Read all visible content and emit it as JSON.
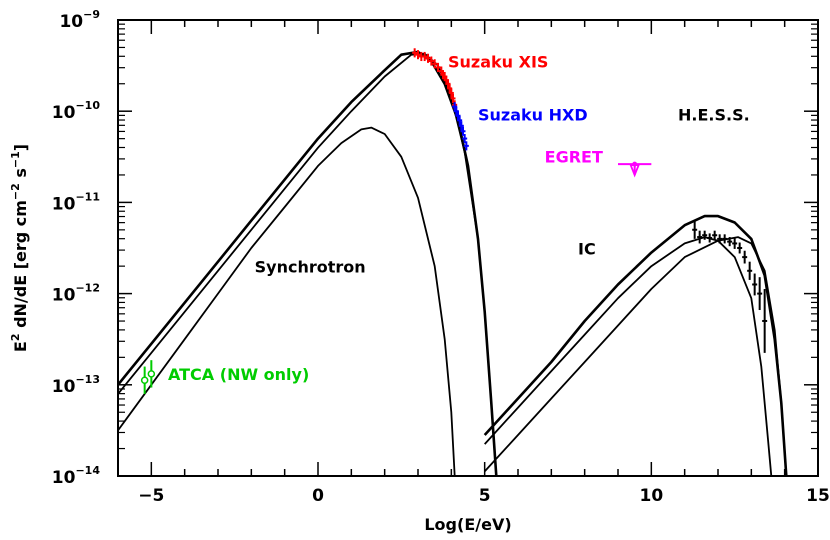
{
  "chart_data": {
    "type": "line",
    "xlabel": "Log(E/eV)",
    "ylabel_parts": [
      "E",
      "2",
      " dN/dE [erg cm",
      "−2",
      " s",
      "−1",
      "]"
    ],
    "x_range": [
      -6,
      15
    ],
    "y_log_range": [
      -14,
      -9
    ],
    "x_ticks": [
      {
        "value": -5,
        "label": "−5"
      },
      {
        "value": 0,
        "label": "0"
      },
      {
        "value": 5,
        "label": "5"
      },
      {
        "value": 10,
        "label": "10"
      },
      {
        "value": 15,
        "label": "15"
      }
    ],
    "y_ticks": [
      {
        "exp": -9,
        "base": "10",
        "sup": "−9"
      },
      {
        "exp": -10,
        "base": "10",
        "sup": "−10"
      },
      {
        "exp": -11,
        "base": "10",
        "sup": "−11"
      },
      {
        "exp": -12,
        "base": "10",
        "sup": "−12"
      },
      {
        "exp": -13,
        "base": "10",
        "sup": "−13"
      },
      {
        "exp": -14,
        "base": "10",
        "sup": "−14"
      }
    ],
    "series": [
      {
        "kind": "model",
        "color": "#000000",
        "width": 2.6,
        "points": [
          [
            -6,
            -13.0
          ],
          [
            -5,
            -12.55
          ],
          [
            -4,
            -12.1
          ],
          [
            -3,
            -11.65
          ],
          [
            -2,
            -11.2
          ],
          [
            -1,
            -10.75
          ],
          [
            0,
            -10.3
          ],
          [
            1,
            -9.9
          ],
          [
            2,
            -9.55
          ],
          [
            2.5,
            -9.38
          ],
          [
            3,
            -9.35
          ],
          [
            3.4,
            -9.45
          ],
          [
            3.8,
            -9.7
          ],
          [
            4.2,
            -10.1
          ],
          [
            4.5,
            -10.6
          ],
          [
            4.8,
            -11.4
          ],
          [
            5.0,
            -12.2
          ],
          [
            5.2,
            -13.2
          ],
          [
            5.35,
            -14.0
          ]
        ]
      },
      {
        "kind": "model",
        "color": "#000000",
        "width": 1.8,
        "points": [
          [
            -6,
            -13.1
          ],
          [
            -5,
            -12.65
          ],
          [
            -4,
            -12.2
          ],
          [
            -3,
            -11.75
          ],
          [
            -2,
            -11.3
          ],
          [
            -1,
            -10.85
          ],
          [
            0,
            -10.4
          ],
          [
            1,
            -10.0
          ],
          [
            2,
            -9.62
          ],
          [
            2.8,
            -9.38
          ],
          [
            3.2,
            -9.37
          ],
          [
            3.6,
            -9.5
          ],
          [
            4.0,
            -9.85
          ],
          [
            4.4,
            -10.45
          ],
          [
            4.8,
            -11.4
          ],
          [
            5.0,
            -12.2
          ],
          [
            5.2,
            -13.2
          ],
          [
            5.35,
            -14.0
          ]
        ]
      },
      {
        "kind": "model",
        "color": "#000000",
        "width": 1.8,
        "points": [
          [
            -6,
            -13.5
          ],
          [
            -5,
            -13.0
          ],
          [
            -4,
            -12.5
          ],
          [
            -3,
            -12.0
          ],
          [
            -2,
            -11.5
          ],
          [
            -1,
            -11.05
          ],
          [
            0,
            -10.6
          ],
          [
            0.7,
            -10.35
          ],
          [
            1.3,
            -10.2
          ],
          [
            1.6,
            -10.18
          ],
          [
            2.0,
            -10.25
          ],
          [
            2.5,
            -10.5
          ],
          [
            3.0,
            -10.95
          ],
          [
            3.5,
            -11.7
          ],
          [
            3.8,
            -12.5
          ],
          [
            4.0,
            -13.3
          ],
          [
            4.1,
            -14.0
          ]
        ]
      },
      {
        "kind": "model",
        "color": "#000000",
        "width": 2.6,
        "points": [
          [
            5.0,
            -13.55
          ],
          [
            6,
            -13.15
          ],
          [
            7,
            -12.75
          ],
          [
            8,
            -12.3
          ],
          [
            9,
            -11.9
          ],
          [
            10,
            -11.55
          ],
          [
            11,
            -11.25
          ],
          [
            11.6,
            -11.15
          ],
          [
            12,
            -11.15
          ],
          [
            12.5,
            -11.22
          ],
          [
            13,
            -11.4
          ],
          [
            13.4,
            -11.8
          ],
          [
            13.7,
            -12.5
          ],
          [
            13.9,
            -13.2
          ],
          [
            14.05,
            -14.0
          ]
        ]
      },
      {
        "kind": "model",
        "color": "#000000",
        "width": 1.8,
        "points": [
          [
            5.0,
            -13.65
          ],
          [
            6,
            -13.25
          ],
          [
            7,
            -12.85
          ],
          [
            8,
            -12.45
          ],
          [
            9,
            -12.05
          ],
          [
            10,
            -11.7
          ],
          [
            11,
            -11.45
          ],
          [
            11.6,
            -11.38
          ],
          [
            12,
            -11.42
          ],
          [
            12.5,
            -11.6
          ],
          [
            13,
            -12.05
          ],
          [
            13.3,
            -12.8
          ],
          [
            13.5,
            -13.6
          ],
          [
            13.6,
            -14.0
          ]
        ]
      },
      {
        "kind": "model",
        "color": "#000000",
        "width": 1.8,
        "points": [
          [
            5.0,
            -13.95
          ],
          [
            6,
            -13.55
          ],
          [
            7,
            -13.15
          ],
          [
            8,
            -12.75
          ],
          [
            9,
            -12.35
          ],
          [
            10,
            -11.95
          ],
          [
            11,
            -11.6
          ],
          [
            12,
            -11.42
          ],
          [
            12.6,
            -11.38
          ],
          [
            13,
            -11.45
          ],
          [
            13.4,
            -11.75
          ],
          [
            13.7,
            -12.4
          ],
          [
            13.9,
            -13.2
          ],
          [
            14.05,
            -14.0
          ]
        ]
      }
    ],
    "datasets": [
      {
        "name": "Suzaku XIS",
        "color": "#ff0000",
        "points": [
          [
            2.9,
            -9.36
          ],
          [
            3.0,
            -9.38
          ],
          [
            3.1,
            -9.4
          ],
          [
            3.2,
            -9.4
          ],
          [
            3.3,
            -9.42
          ],
          [
            3.4,
            -9.45
          ],
          [
            3.5,
            -9.48
          ],
          [
            3.6,
            -9.52
          ],
          [
            3.7,
            -9.56
          ],
          [
            3.75,
            -9.6
          ],
          [
            3.8,
            -9.62
          ],
          [
            3.85,
            -9.66
          ],
          [
            3.9,
            -9.7
          ],
          [
            3.95,
            -9.75
          ],
          [
            4.0,
            -9.8
          ],
          [
            4.05,
            -9.86
          ],
          [
            4.1,
            -9.93
          ]
        ]
      },
      {
        "name": "Suzaku HXD",
        "color": "#0000ff",
        "points": [
          [
            4.1,
            -9.95
          ],
          [
            4.15,
            -10.0
          ],
          [
            4.2,
            -10.05
          ],
          [
            4.25,
            -10.1
          ],
          [
            4.3,
            -10.16
          ],
          [
            4.35,
            -10.22
          ],
          [
            4.4,
            -10.3
          ],
          [
            4.45,
            -10.38
          ]
        ]
      },
      {
        "name": "H.E.S.S.",
        "color": "#000000",
        "points": [
          [
            11.3,
            -11.3
          ],
          [
            11.45,
            -11.38
          ],
          [
            11.6,
            -11.36
          ],
          [
            11.75,
            -11.39
          ],
          [
            11.9,
            -11.36
          ],
          [
            12.05,
            -11.4
          ],
          [
            12.2,
            -11.4
          ],
          [
            12.35,
            -11.43
          ],
          [
            12.5,
            -11.45
          ],
          [
            12.65,
            -11.5
          ],
          [
            12.8,
            -11.6
          ],
          [
            12.95,
            -11.75
          ],
          [
            13.1,
            -11.9
          ],
          [
            13.25,
            -12.0
          ],
          [
            13.4,
            -12.3
          ]
        ],
        "errors": [
          0.1,
          0.07,
          0.05,
          0.05,
          0.05,
          0.05,
          0.05,
          0.05,
          0.06,
          0.06,
          0.07,
          0.1,
          0.12,
          0.18,
          0.35
        ]
      },
      {
        "name": "ATCA (NW only)",
        "color": "#00cc00",
        "points": [
          [
            -5.2,
            -12.95
          ],
          [
            -5.0,
            -12.88
          ]
        ],
        "errors": [
          0.15,
          0.15
        ]
      }
    ],
    "egret_upper_limit": {
      "name": "EGRET",
      "color": "#ff00ff",
      "x": 9.5,
      "y": -10.58,
      "xerr": 0.5,
      "y_arrow_to": -10.7
    },
    "annotations": [
      {
        "text": "Suzaku XIS",
        "color": "#ff0000",
        "x": 3.9,
        "y": -9.52
      },
      {
        "text": "Suzaku HXD",
        "color": "#0000ff",
        "x": 4.8,
        "y": -10.1
      },
      {
        "text": "H.E.S.S.",
        "color": "#000000",
        "x": 10.8,
        "y": -10.1
      },
      {
        "text": "EGRET",
        "color": "#ff00ff",
        "x": 6.8,
        "y": -10.56
      },
      {
        "text": "Synchrotron",
        "color": "#000000",
        "x": -1.9,
        "y": -11.77
      },
      {
        "text": "IC",
        "color": "#000000",
        "x": 7.8,
        "y": -11.57
      },
      {
        "text": "ATCA (NW only)",
        "color": "#00cc00",
        "x": -4.5,
        "y": -12.95
      }
    ]
  }
}
